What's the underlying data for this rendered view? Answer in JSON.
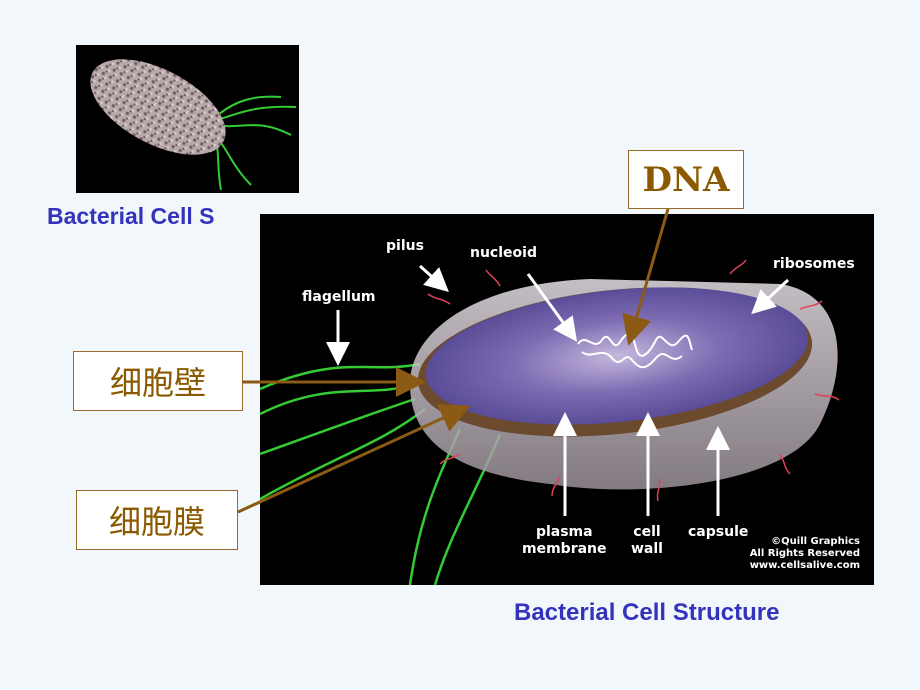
{
  "thumbnail_caption": "Bacterial Cell S",
  "main_caption": "Bacterial Cell Structure",
  "image_labels": {
    "pilus": "pilus",
    "nucleoid": "nucleoid",
    "ribosomes": "ribosomes",
    "flagellum": "flagellum",
    "plasma_membrane": "plasma\nmembrane",
    "cell_wall": "cell\nwall",
    "capsule": "capsule",
    "credit": "©Quill Graphics\nAll Rights Reserved\nwww.cellsalive.com"
  },
  "callouts": {
    "dna": "DNA",
    "cell_wall_cn": "细胞壁",
    "cell_membrane_cn": "细胞膜"
  },
  "colors": {
    "caption": "#3333bb",
    "callout_text": "#8b5a00",
    "arrow": "#8b5a14",
    "flagella": "#33cc33",
    "cell_body": "#5a4b9a"
  }
}
